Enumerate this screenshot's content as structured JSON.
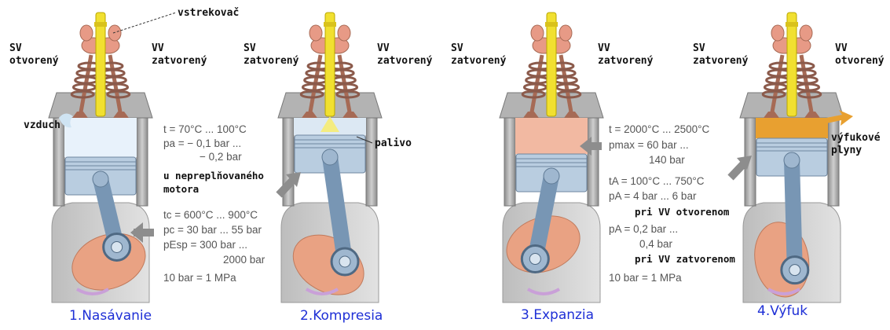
{
  "labels": {
    "injector": "vstrekovač",
    "sv_open": "SV",
    "open_word_1": "otvorený",
    "vv_1": "VV",
    "closed_1": "zatvorený",
    "air": "vzduch",
    "sv_2": "SV",
    "closed_2a": "zatvorený",
    "vv_2": "VV",
    "closed_2b": "zatvorený",
    "fuel": "palivo",
    "sv_3": "SV",
    "closed_3a": "zatvorený",
    "vv_3": "VV",
    "closed_3b": "zatvorený",
    "sv_4": "SV",
    "closed_4": "zatvorený",
    "vv_4": "VV",
    "open_4": "otvorený",
    "exhaust": "výfukové",
    "exhaust2": "plyny"
  },
  "intake_info": {
    "t": "t = 70°C ... 100°C",
    "p1": "pa = − 0,1 bar ...",
    "p2": "− 0,2 bar",
    "note1": "u nepreplňovaného",
    "note2": "motora"
  },
  "compression_info": {
    "t": "tc = 600°C ... 900°C",
    "p": "pc = 30 bar ... 55 bar",
    "pe1": "pEsp = 300 bar ...",
    "pe2": "2000 bar",
    "unit": "10 bar = 1 MPa"
  },
  "expansion_info": {
    "t": "t = 2000°C ... 2500°C",
    "p1": "pmax = 60 bar ...",
    "p2": "140 bar",
    "ta": "tA = 100°C ... 750°C",
    "pa1": "pA = 4 bar ... 6 bar",
    "pa1note": "pri VV otvorenom",
    "pa2": "pA = 0,2 bar ...",
    "pa2b": "0,4 bar",
    "pa2note": "pri VV zatvorenom",
    "unit": "10 bar = 1 MPa"
  },
  "captions": [
    "1.Nasávanie",
    "2.Kompresia",
    "3.Expanzia",
    "4.Výfuk"
  ],
  "colors": {
    "block": "#9a9a9a",
    "piston": "#b9cde0",
    "rod": "#7896b4",
    "crank": "#e9a283",
    "injector": "#f1e030",
    "caption": "#1e2fd6",
    "exhaust_gas": "#e8a030",
    "combustion": "#f2b9a2"
  }
}
